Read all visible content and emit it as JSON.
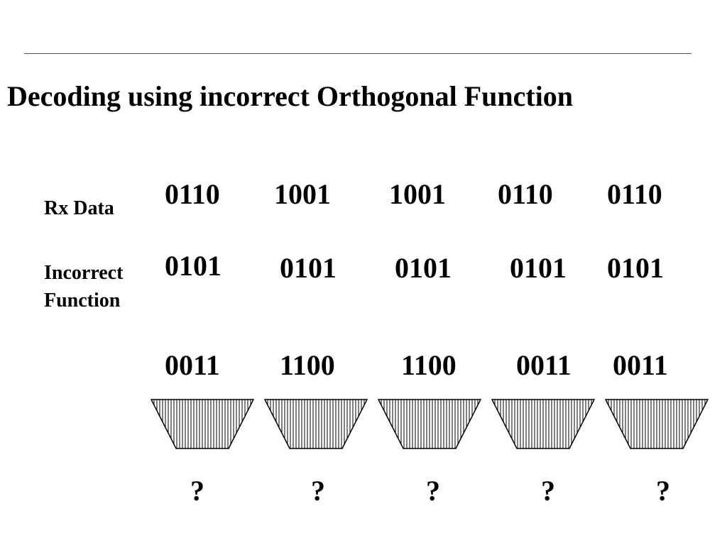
{
  "slide": {
    "title": "Decoding using incorrect Orthogonal Function",
    "rx_label": "Rx Data",
    "fn_label_line1": "Incorrect",
    "fn_label_line2": "Function",
    "rx_data": [
      "0110",
      "1001",
      "1001",
      "0110",
      "0110"
    ],
    "incorrect_function": [
      "0101",
      "0101",
      "0101",
      "0101",
      "0101"
    ],
    "result": [
      "0011",
      "1100",
      "1100",
      "0011",
      "0011"
    ],
    "decoded": [
      "?",
      "?",
      "?",
      "?",
      "?"
    ]
  },
  "colors": {
    "text": "#000000",
    "background": "#ffffff",
    "rule": "#555555"
  }
}
